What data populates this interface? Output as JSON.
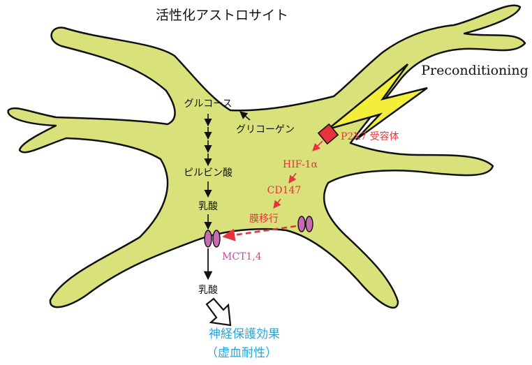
{
  "title": "活性化アストロサイト",
  "stimulus": "Preconditioning",
  "pathway": {
    "glucose": "グルコース",
    "glycogen": "グリコーゲン",
    "pyruvate": "ピルビン酸",
    "lactate_inside": "乳酸",
    "lactate_outside": "乳酸"
  },
  "signaling": {
    "receptor": "P2X7 受容体",
    "hif": "HIF-1α",
    "cd147": "CD147",
    "translocation": "膜移行"
  },
  "transporter": "MCT1,4",
  "effect": {
    "line1": "神経保護効果",
    "line2": "（虚血耐性）"
  },
  "colors": {
    "cell_fill": "#d9e27a",
    "red": "#e8323c",
    "magenta": "#c94aa0",
    "transporter_fill": "#c86ab0",
    "cyan": "#27a6d6",
    "bolt": "#f2ee3a"
  }
}
